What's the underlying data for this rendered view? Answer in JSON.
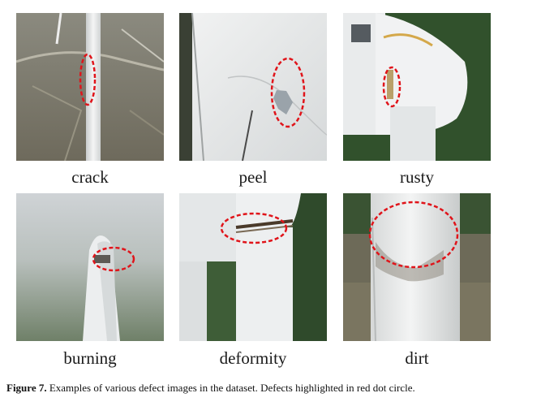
{
  "panels": [
    {
      "label": "crack"
    },
    {
      "label": "peel"
    },
    {
      "label": "rusty"
    },
    {
      "label": "burning"
    },
    {
      "label": "deformity"
    },
    {
      "label": "dirt"
    }
  ],
  "caption": {
    "figure_label": "Figure 7.",
    "text": " Examples of various defect images in the dataset. Defects highlighted in red dot circle."
  },
  "colors": {
    "highlight": "#e0141a",
    "turbine_white": "#eef0f1",
    "forest": "#3c5f36",
    "sky": "#c9cdd1"
  }
}
